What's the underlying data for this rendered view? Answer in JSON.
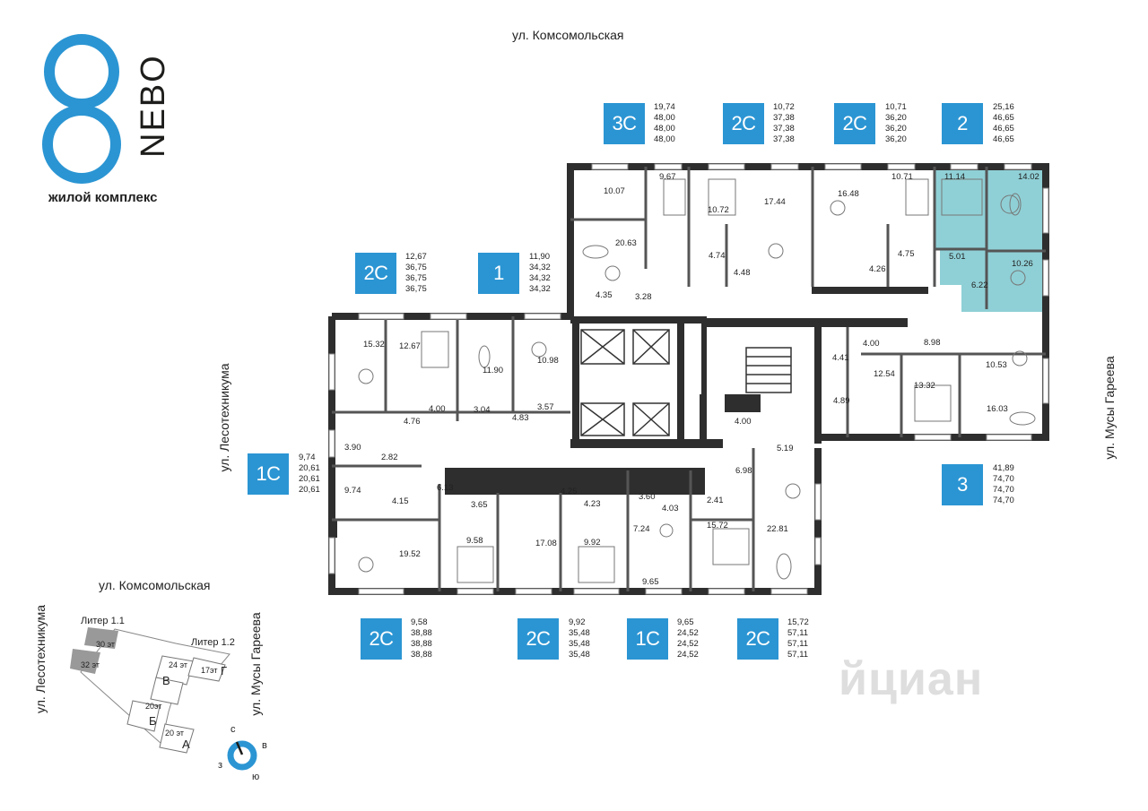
{
  "logo": {
    "wordmark": "NEBO",
    "subtitle": "жилой комплекс"
  },
  "streets": {
    "top": "ул. Комсомольская",
    "left": "ул. Лесотехникума",
    "right": "ул. Мусы Гареева"
  },
  "accent_color": "#2b95d3",
  "highlight_color": "#8fd0d6",
  "badges": [
    {
      "label": "3С",
      "areas": [
        "19,74",
        "48,00",
        "48,00",
        "48,00"
      ]
    },
    {
      "label": "2С",
      "areas": [
        "10,72",
        "37,38",
        "37,38",
        "37,38"
      ]
    },
    {
      "label": "2С",
      "areas": [
        "10,71",
        "36,20",
        "36,20",
        "36,20"
      ]
    },
    {
      "label": "2",
      "areas": [
        "25,16",
        "46,65",
        "46,65",
        "46,65"
      ]
    },
    {
      "label": "2С",
      "areas": [
        "12,67",
        "36,75",
        "36,75",
        "36,75"
      ]
    },
    {
      "label": "1",
      "areas": [
        "11,90",
        "34,32",
        "34,32",
        "34,32"
      ]
    },
    {
      "label": "1С",
      "areas": [
        "9,74",
        "20,61",
        "20,61",
        "20,61"
      ]
    },
    {
      "label": "3",
      "areas": [
        "41,89",
        "74,70",
        "74,70",
        "74,70"
      ]
    },
    {
      "label": "2С",
      "areas": [
        "9,58",
        "38,88",
        "38,88",
        "38,88"
      ]
    },
    {
      "label": "2С",
      "areas": [
        "9,92",
        "35,48",
        "35,48",
        "35,48"
      ]
    },
    {
      "label": "1С",
      "areas": [
        "9,65",
        "24,52",
        "24,52",
        "24,52"
      ]
    },
    {
      "label": "2С",
      "areas": [
        "15,72",
        "57,11",
        "57,11",
        "57,11"
      ]
    }
  ],
  "room_labels": [
    "10.07",
    "9.67",
    "10.72",
    "17.44",
    "16.48",
    "10.71",
    "11.14",
    "14.02",
    "20.63",
    "4.74",
    "4.48",
    "4.26",
    "4.75",
    "5.01",
    "10.26",
    "6.22",
    "4.35",
    "3.28",
    "15.32",
    "12.67",
    "11.90",
    "10.98",
    "4.00",
    "3.04",
    "4.83",
    "3.57",
    "4.76",
    "4.41",
    "4.00",
    "8.98",
    "10.53",
    "12.54",
    "13.32",
    "4.89",
    "16.03",
    "4.00",
    "5.19",
    "3.90",
    "2.82",
    "9.74",
    "4.15",
    "6.13",
    "3.65",
    "4.25",
    "4.23",
    "3.60",
    "4.03",
    "2.41",
    "6.98",
    "22.81",
    "19.52",
    "9.58",
    "17.08",
    "9.92",
    "7.24",
    "15.72",
    "9.65"
  ],
  "site_map": {
    "street_top": "ул. Комсомольская",
    "street_left": "ул. Лесотехникума",
    "street_right": "ул. Мусы Гареева",
    "liter_1": "Литер 1.1",
    "liter_2": "Литер 1.2",
    "floors_30": "30 эт",
    "floors_32": "32 эт",
    "floors_24": "24 эт",
    "floors_17": "17эт",
    "floors_20a": "20эт",
    "floors_20b": "20 эт",
    "section_v": "В",
    "section_g": "Г",
    "section_b": "Б",
    "section_a": "А"
  },
  "compass": {
    "n": "с",
    "e": "в",
    "s": "ю",
    "w": "з"
  },
  "watermark": "йциан"
}
